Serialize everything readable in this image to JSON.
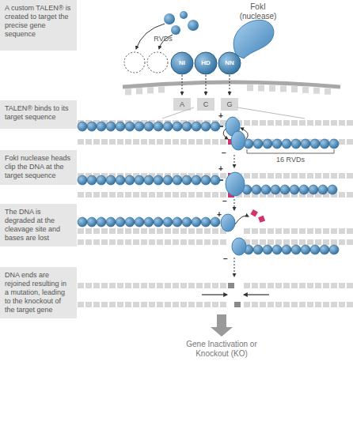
{
  "diagram": {
    "nodes": [
      {
        "text": [
          "A custom TALEN® is created to target the precise gene sequence"
        ]
      },
      {
        "text": [
          "TALEN® binds to its target sequence"
        ]
      },
      {
        "text": [
          "FokI nuclease heads clip the DNA at the target sequence"
        ]
      },
      {
        "text": [
          "The DNA is degraded at the cleavage site and bases are lost"
        ]
      },
      {
        "text": [
          "DNA ends are rejoined resulting in a mutation, leading to the knockout of the target gene"
        ]
      }
    ],
    "labels": [
      "FokI (nuclease)",
      "RVDs",
      "NI",
      "HD",
      "NN",
      "A",
      "C",
      "G",
      "+",
      "−",
      "16 RVDs",
      "+",
      "−",
      "+",
      "−",
      "Gene Inactivation or Knockout (KO)"
    ]
  }
}
